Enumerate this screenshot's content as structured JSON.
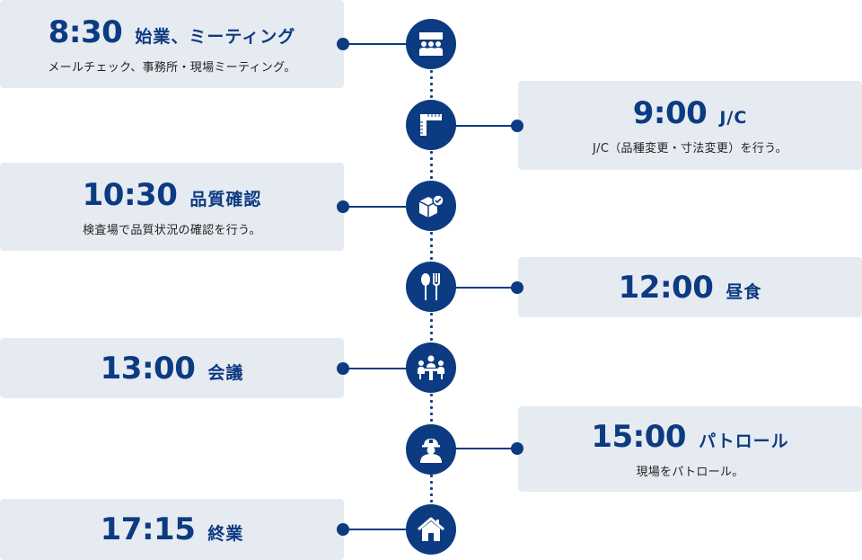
{
  "timeline": [
    {
      "time": "8:30",
      "title": "始業、ミーティング",
      "desc": "メールチェック、事務所・現場ミーティング。",
      "side": "left",
      "icon": "meeting-audience-icon"
    },
    {
      "time": "9:00",
      "title": "J/C",
      "desc": "J/C（品種変更・寸法変更）を行う。",
      "side": "right",
      "icon": "ruler-square-icon"
    },
    {
      "time": "10:30",
      "title": "品質確認",
      "desc": "検査場で品質状況の確認を行う。",
      "side": "left",
      "icon": "box-check-icon"
    },
    {
      "time": "12:00",
      "title": "昼食",
      "desc": "",
      "side": "right",
      "icon": "spoon-fork-icon"
    },
    {
      "time": "13:00",
      "title": "会議",
      "desc": "",
      "side": "left",
      "icon": "conference-icon"
    },
    {
      "time": "15:00",
      "title": "パトロール",
      "desc": "現場をパトロール。",
      "side": "right",
      "icon": "hardhat-worker-icon"
    },
    {
      "time": "17:15",
      "title": "終業",
      "desc": "",
      "side": "left",
      "icon": "home-icon"
    }
  ],
  "colors": {
    "accent": "#0d3b82",
    "card": "#e6ebf1",
    "text": "#222222"
  }
}
